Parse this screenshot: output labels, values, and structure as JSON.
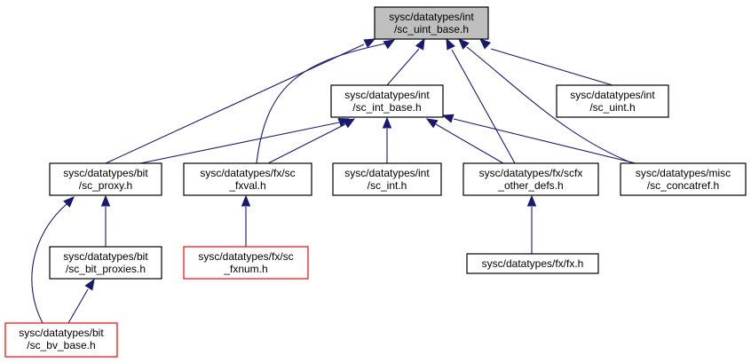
{
  "colors": {
    "edge": "#191970",
    "border_default": "#000000",
    "border_truncated": "#ff0000",
    "focus_fill": "#bfbfbf"
  },
  "nodes": [
    {
      "id": "sc_uint_base",
      "line1": "sysc/datatypes/int",
      "line2": "/sc_uint_base.h",
      "focus": true
    },
    {
      "id": "sc_int_base",
      "line1": "sysc/datatypes/int",
      "line2": "/sc_int_base.h"
    },
    {
      "id": "sc_uint",
      "line1": "sysc/datatypes/int",
      "line2": "/sc_uint.h"
    },
    {
      "id": "sc_proxy",
      "line1": "sysc/datatypes/bit",
      "line2": "/sc_proxy.h"
    },
    {
      "id": "sc_fxval",
      "line1": "sysc/datatypes/fx/sc",
      "line2": "_fxval.h"
    },
    {
      "id": "sc_int",
      "line1": "sysc/datatypes/int",
      "line2": "/sc_int.h"
    },
    {
      "id": "scfx_other_defs",
      "line1": "sysc/datatypes/fx/scfx",
      "line2": "_other_defs.h"
    },
    {
      "id": "sc_concatref",
      "line1": "sysc/datatypes/misc",
      "line2": "/sc_concatref.h"
    },
    {
      "id": "sc_bit_proxies",
      "line1": "sysc/datatypes/bit",
      "line2": "/sc_bit_proxies.h"
    },
    {
      "id": "sc_fxnum",
      "line1": "sysc/datatypes/fx/sc",
      "line2": "_fxnum.h",
      "truncated": true
    },
    {
      "id": "fx",
      "line1": "sysc/datatypes/fx/fx.h",
      "line2": ""
    },
    {
      "id": "sc_bv_base",
      "line1": "sysc/datatypes/bit",
      "line2": "/sc_bv_base.h",
      "truncated": true
    }
  ],
  "edges": [
    {
      "from": "sc_int_base",
      "to": "sc_uint_base"
    },
    {
      "from": "sc_uint",
      "to": "sc_uint_base"
    },
    {
      "from": "sc_proxy",
      "to": "sc_uint_base"
    },
    {
      "from": "sc_fxval",
      "to": "sc_uint_base"
    },
    {
      "from": "scfx_other_defs",
      "to": "sc_uint_base"
    },
    {
      "from": "sc_concatref",
      "to": "sc_uint_base"
    },
    {
      "from": "sc_proxy",
      "to": "sc_int_base"
    },
    {
      "from": "sc_fxval",
      "to": "sc_int_base"
    },
    {
      "from": "sc_int",
      "to": "sc_int_base"
    },
    {
      "from": "scfx_other_defs",
      "to": "sc_int_base"
    },
    {
      "from": "sc_concatref",
      "to": "sc_int_base"
    },
    {
      "from": "sc_bit_proxies",
      "to": "sc_proxy"
    },
    {
      "from": "sc_bv_base",
      "to": "sc_proxy"
    },
    {
      "from": "sc_fxnum",
      "to": "sc_fxval"
    },
    {
      "from": "fx",
      "to": "scfx_other_defs"
    },
    {
      "from": "sc_bv_base",
      "to": "sc_bit_proxies"
    }
  ]
}
